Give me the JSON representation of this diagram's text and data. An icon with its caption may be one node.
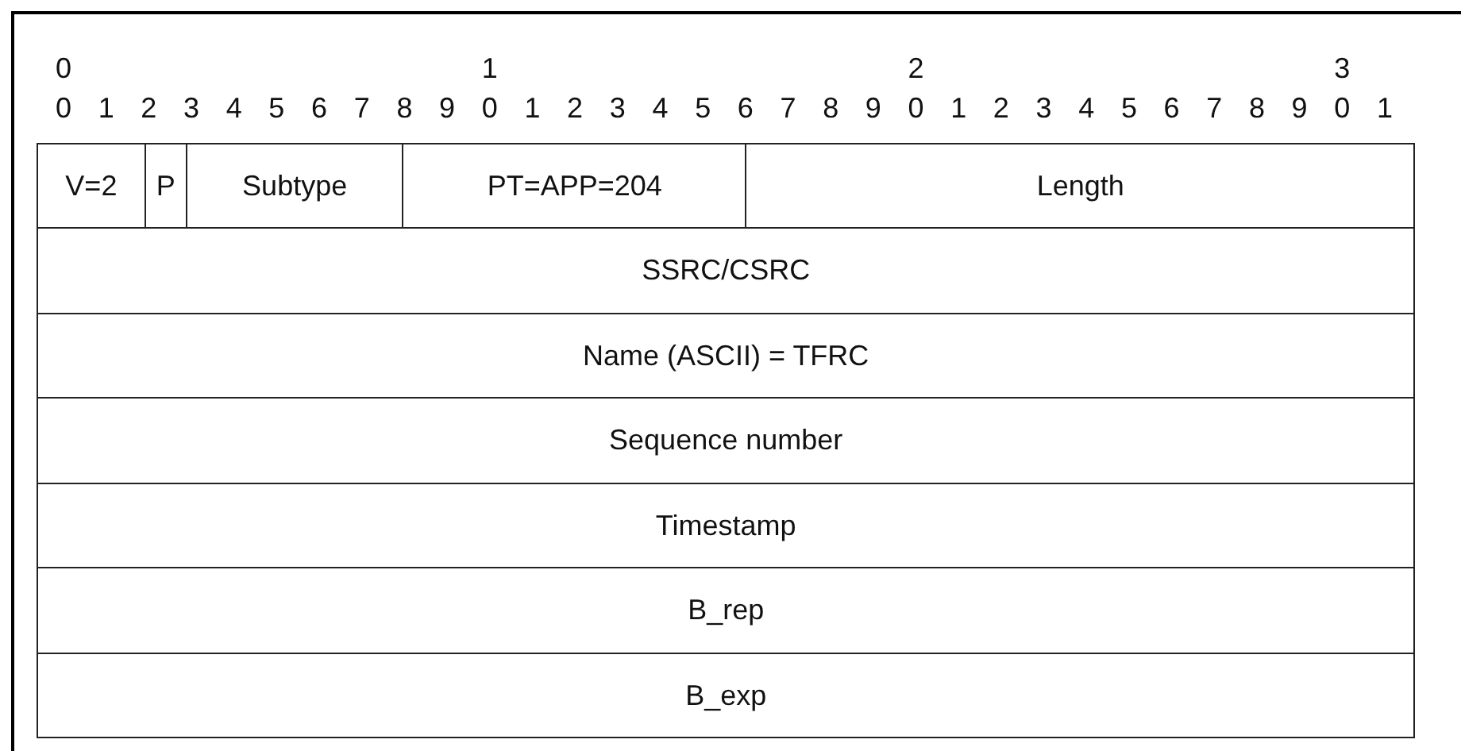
{
  "diagram": {
    "nodes": [
      {
        "text": [
          "V=2"
        ]
      },
      {
        "text": [
          "P"
        ]
      },
      {
        "text": [
          "Subtype"
        ]
      },
      {
        "text": [
          "PT=APP=204"
        ]
      },
      {
        "text": [
          "Length"
        ]
      },
      {
        "text": [
          "SSRC/CSRC"
        ]
      },
      {
        "text": [
          "Name (ASCII) = TFRC"
        ]
      },
      {
        "text": [
          "Sequence number"
        ]
      },
      {
        "text": [
          "Timestamp"
        ]
      },
      {
        "text": [
          "B_rep"
        ]
      },
      {
        "text": [
          "B_exp"
        ]
      }
    ],
    "labels": [
      "0",
      "1",
      "2",
      "3",
      "0",
      "1",
      "2",
      "3",
      "4",
      "5",
      "6",
      "7",
      "8",
      "9",
      "0",
      "1",
      "2",
      "3",
      "4",
      "5",
      "6",
      "7",
      "8",
      "9",
      "0",
      "1",
      "2",
      "3",
      "4",
      "5",
      "6",
      "7",
      "8",
      "9",
      "0",
      "1"
    ]
  }
}
